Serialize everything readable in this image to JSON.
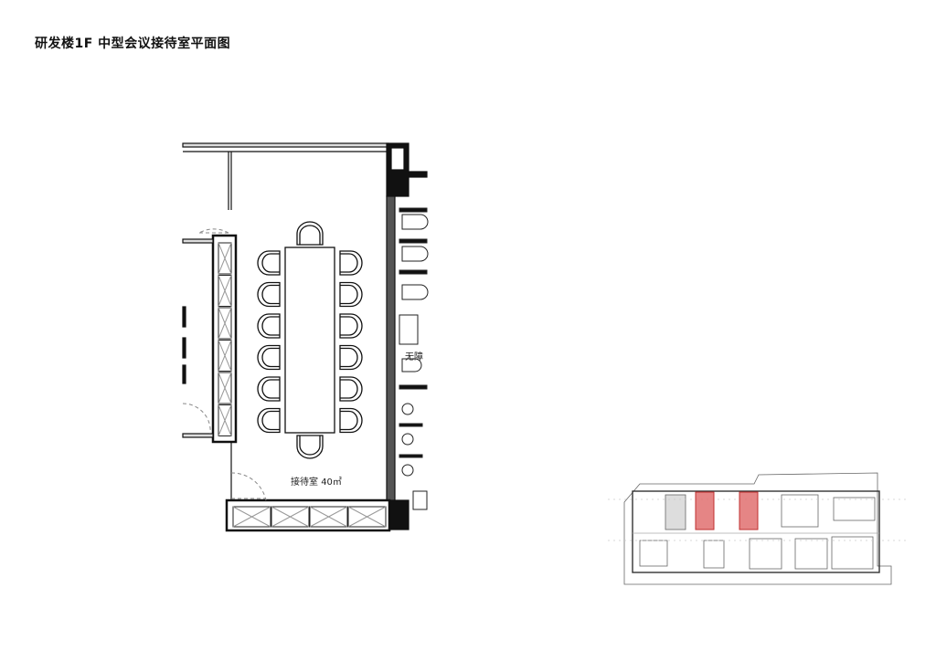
{
  "title": "研发楼1F 中型会议接待室平面图",
  "room": {
    "name": "接待室",
    "area": "40㎡",
    "seats": 14
  },
  "restroom_label": "无障",
  "highlight_color": "#e07070"
}
